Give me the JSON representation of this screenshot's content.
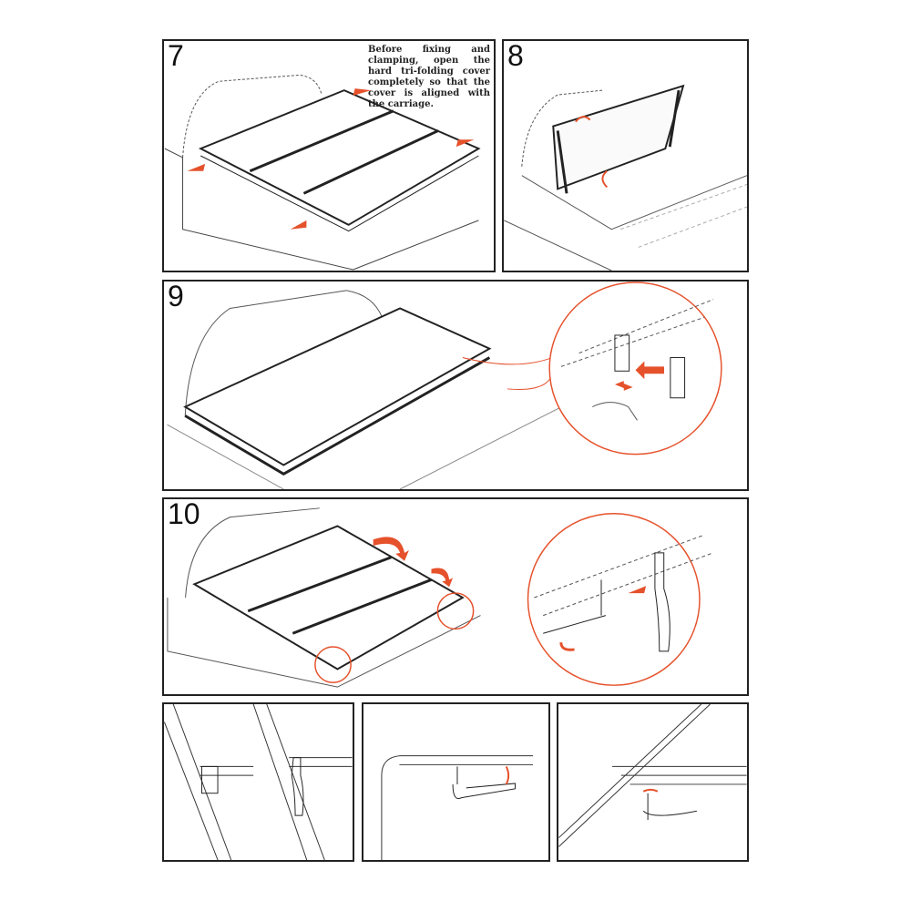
{
  "steps": [
    {
      "number": "7",
      "note": "Before fixing and clamping, open the hard tri-folding cover completely so that the cover is aligned with the carriage."
    },
    {
      "number": "8"
    },
    {
      "number": "9"
    },
    {
      "number": "10"
    }
  ],
  "colors": {
    "accent": "#e5512b",
    "line": "#333333"
  }
}
